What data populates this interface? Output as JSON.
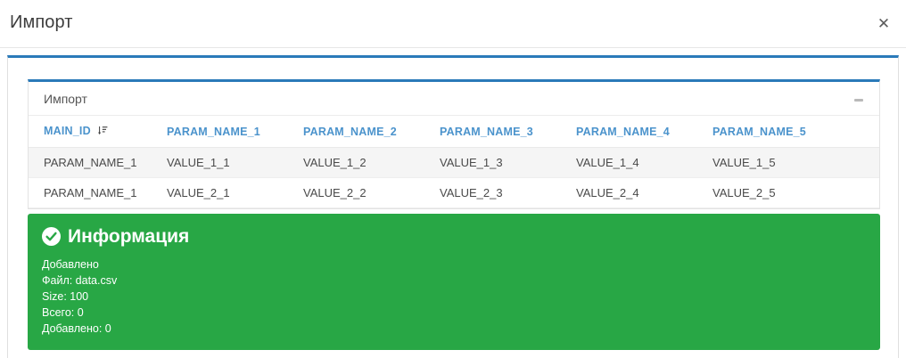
{
  "dialog": {
    "title": "Импорт",
    "close_icon": "close-icon",
    "close_glyph": "✕"
  },
  "card": {
    "title": "Импорт",
    "collapse_icon": "minus-icon"
  },
  "table": {
    "sort_icon": "sort-descending-icon",
    "columns": [
      {
        "label": "MAIN_ID",
        "sorted": true
      },
      {
        "label": "PARAM_NAME_1",
        "sorted": false
      },
      {
        "label": "PARAM_NAME_2",
        "sorted": false
      },
      {
        "label": "PARAM_NAME_3",
        "sorted": false
      },
      {
        "label": "PARAM_NAME_4",
        "sorted": false
      },
      {
        "label": "PARAM_NAME_5",
        "sorted": false
      }
    ],
    "rows": [
      {
        "c0": "PARAM_NAME_1",
        "c1": "VALUE_1_1",
        "c2": "VALUE_1_2",
        "c3": "VALUE_1_3",
        "c4": "VALUE_1_4",
        "c5": "VALUE_1_5"
      },
      {
        "c0": "PARAM_NAME_1",
        "c1": "VALUE_2_1",
        "c2": "VALUE_2_2",
        "c3": "VALUE_2_3",
        "c4": "VALUE_2_4",
        "c5": "VALUE_2_5"
      }
    ]
  },
  "alert": {
    "icon": "check-circle-icon",
    "heading": "Информация",
    "lines": [
      "Добавлено",
      "Файл: data.csv",
      "Size: 100",
      "Всего: 0",
      "Добавлено: 0"
    ]
  },
  "colors": {
    "accent_blue": "#2a7ab9",
    "header_text_blue": "#4b93cc",
    "success_green": "#28a745",
    "row_stripe": "#f5f5f5",
    "text_dark": "#4a4a4a"
  }
}
